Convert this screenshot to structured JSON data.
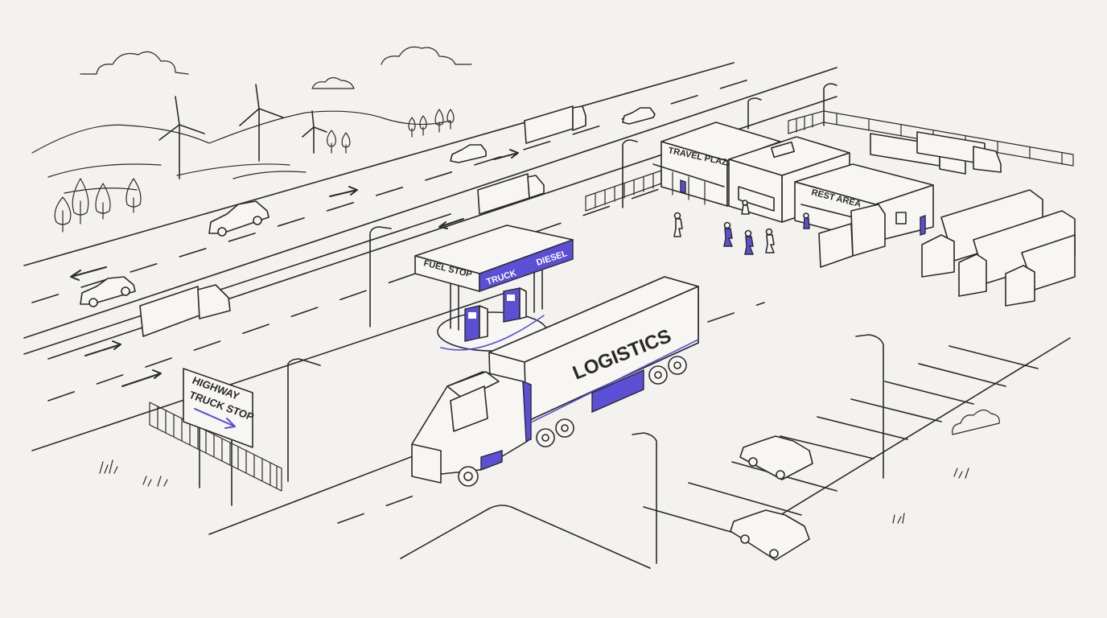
{
  "signs": {
    "travel_plaza": "TRAVEL PLAZA",
    "rest_area": "REST AREA",
    "fuel_stop": "FUEL STOP",
    "truck": "TRUCK",
    "diesel": "DIESEL",
    "trailer_brand": "LOGISTICS",
    "billboard_line1": "HIGHWAY",
    "billboard_line2": "TRUCK STOP"
  },
  "colors": {
    "accent": "#5b4fd6",
    "ink": "#2a2a2a",
    "background": "#f3f2ee"
  },
  "icons": [
    "wind-turbine-icon",
    "tree-icon",
    "cloud-icon",
    "arrow-icon",
    "person-icon",
    "streetlight-icon"
  ]
}
